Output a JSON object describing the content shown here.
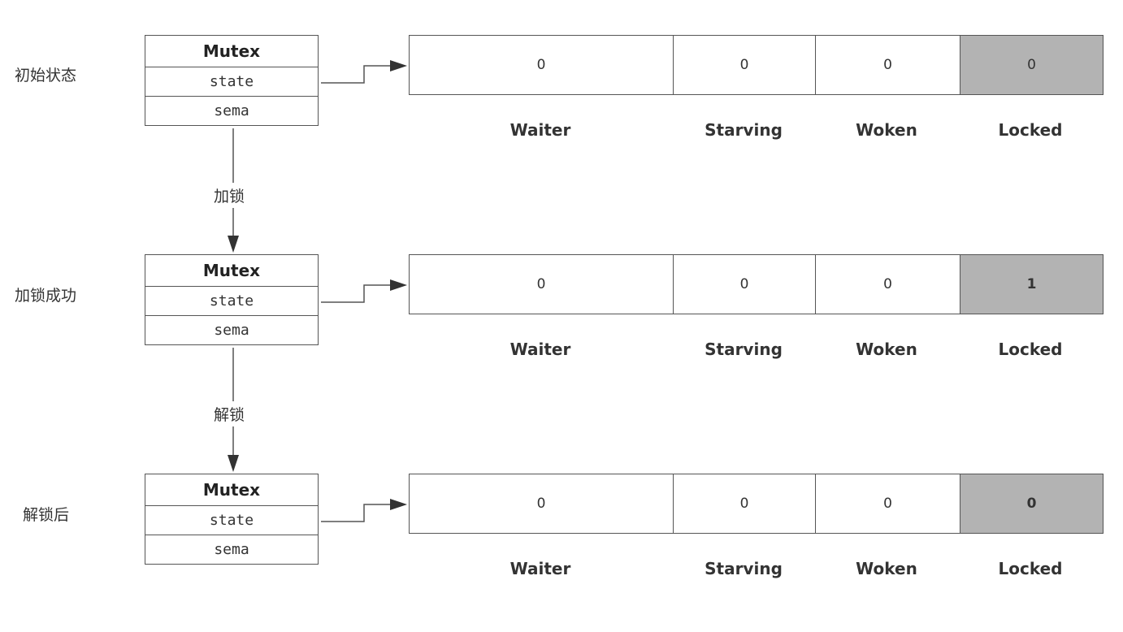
{
  "rows": [
    {
      "label": "初始状态",
      "mutex": {
        "title": "Mutex",
        "state": "state",
        "sema": "sema"
      },
      "values": {
        "waiter": "0",
        "starving": "0",
        "woken": "0",
        "locked": "0"
      },
      "locked_bold": false
    },
    {
      "label": "加锁成功",
      "mutex": {
        "title": "Mutex",
        "state": "state",
        "sema": "sema"
      },
      "values": {
        "waiter": "0",
        "starving": "0",
        "woken": "0",
        "locked": "1"
      },
      "locked_bold": true
    },
    {
      "label": "解锁后",
      "mutex": {
        "title": "Mutex",
        "state": "state",
        "sema": "sema"
      },
      "values": {
        "waiter": "0",
        "starving": "0",
        "woken": "0",
        "locked": "0"
      },
      "locked_bold": true
    }
  ],
  "field_labels": {
    "waiter": "Waiter",
    "starving": "Starving",
    "woken": "Woken",
    "locked": "Locked"
  },
  "transitions": [
    "加锁",
    "解锁"
  ],
  "colors": {
    "line": "#555555",
    "locked_fill": "#b3b3b3",
    "text": "#333333"
  }
}
